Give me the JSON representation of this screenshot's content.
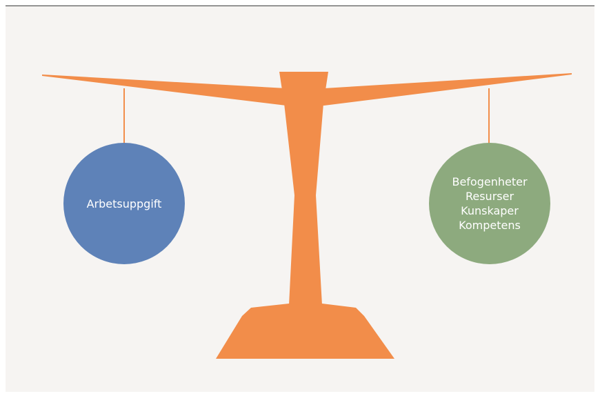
{
  "diagram": {
    "left_weight": {
      "label": "Arbetsuppgift",
      "color": "#5e82b8"
    },
    "right_weight": {
      "lines": [
        "Befogenheter",
        "Resurser",
        "Kunskaper",
        "Kompetens"
      ],
      "color": "#8daa7e"
    },
    "scale_color": "#f28d4a",
    "background_color": "#f6f4f2"
  }
}
